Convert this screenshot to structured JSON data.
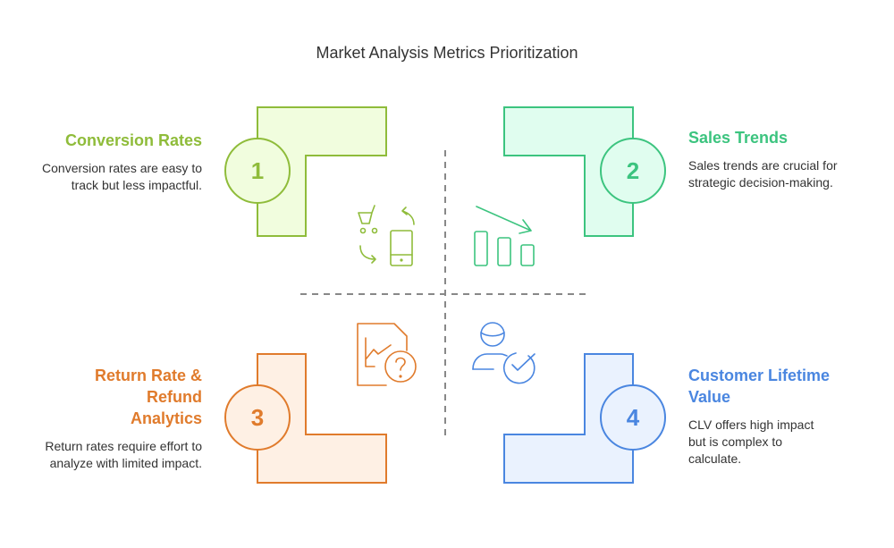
{
  "title": "Market Analysis Metrics Prioritization",
  "quadrants": [
    {
      "number": "1",
      "heading": "Conversion Rates",
      "description": "Conversion rates are easy to track but less impactful.",
      "color": "#8fbc3a",
      "fill": "#f1fdde",
      "icon": "shopping-cart-mobile-conversion-icon"
    },
    {
      "number": "2",
      "heading": "Sales Trends",
      "description": "Sales trends are crucial for strategic decision-making.",
      "color": "#3cc47f",
      "fill": "#e0fdef",
      "icon": "declining-bar-chart-icon"
    },
    {
      "number": "3",
      "heading": "Return Rate & Refund Analytics",
      "description": "Return rates require effort to analyze with limited impact.",
      "color": "#e07b2c",
      "fill": "#fef0e4",
      "icon": "report-question-icon"
    },
    {
      "number": "4",
      "heading": "Customer Lifetime Value",
      "description": "CLV offers high impact but is complex to calculate.",
      "color": "#4a86e0",
      "fill": "#eaf2fe",
      "icon": "customer-check-icon"
    }
  ]
}
